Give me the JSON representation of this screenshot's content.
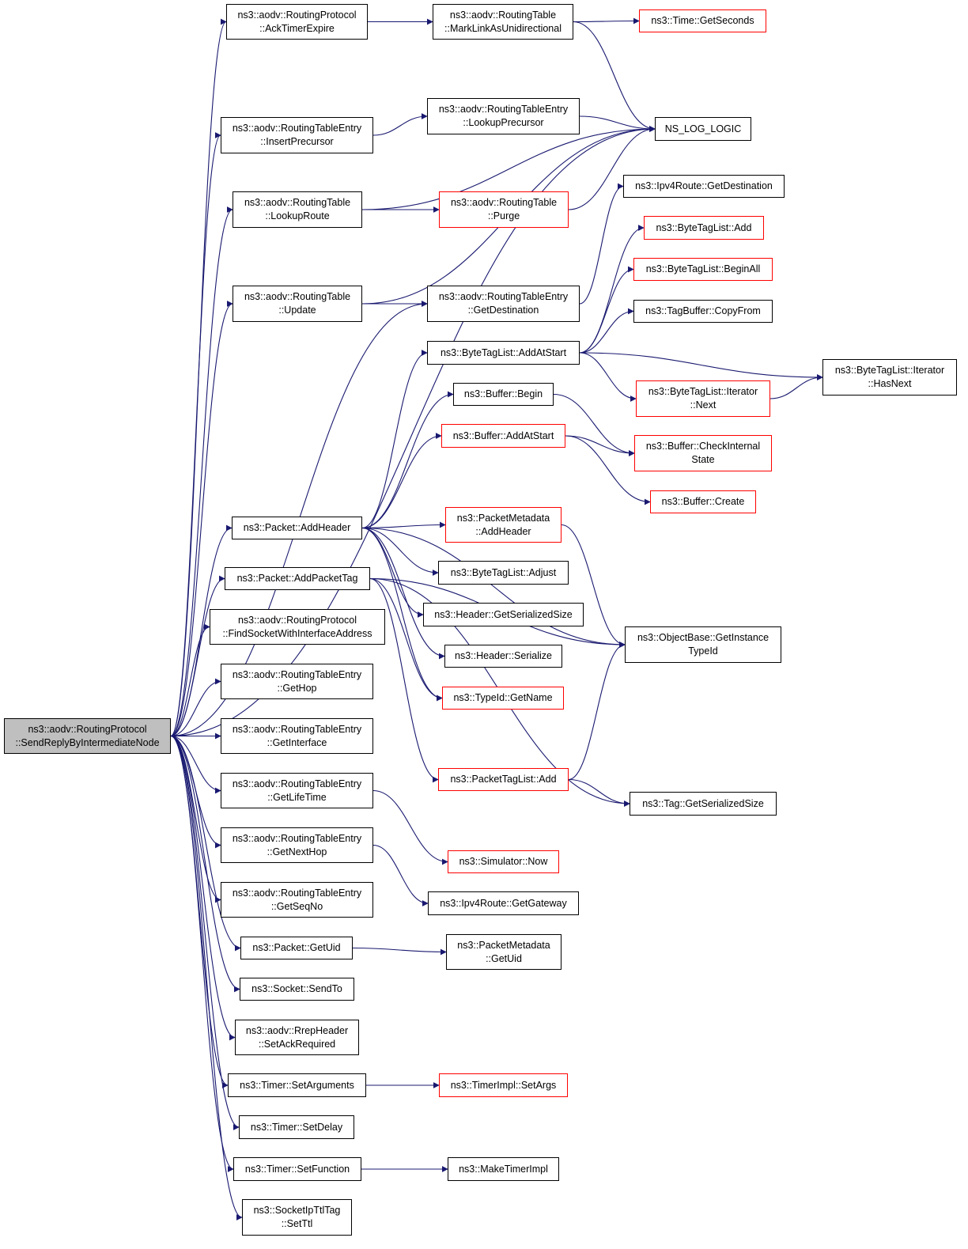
{
  "colors": {
    "edge": "#191970",
    "node_border": "#000000",
    "node_border_incomplete": "#ff0000",
    "root_fill": "#bfbfbf"
  },
  "nodes": {
    "n1": {
      "label": "ns3::aodv::RoutingProtocol\n::SendReplyByIntermediateNode"
    },
    "n2": {
      "label": "ns3::aodv::RoutingProtocol\n::AckTimerExpire"
    },
    "n3": {
      "label": "ns3::aodv::RoutingTable\n::MarkLinkAsUnidirectional"
    },
    "n4": {
      "label": "ns3::Time::GetSeconds"
    },
    "n5": {
      "label": "NS_LOG_LOGIC"
    },
    "n6": {
      "label": "ns3::aodv::RoutingTableEntry\n::InsertPrecursor"
    },
    "n7": {
      "label": "ns3::aodv::RoutingTableEntry\n::LookupPrecursor"
    },
    "n8": {
      "label": "ns3::aodv::RoutingTable\n::LookupRoute"
    },
    "n9": {
      "label": "ns3::aodv::RoutingTable\n::Purge"
    },
    "n10": {
      "label": "ns3::Ipv4Route::GetDestination"
    },
    "n11": {
      "label": "ns3::ByteTagList::Add"
    },
    "n12": {
      "label": "ns3::ByteTagList::BeginAll"
    },
    "n13": {
      "label": "ns3::aodv::RoutingTable\n::Update"
    },
    "n14": {
      "label": "ns3::aodv::RoutingTableEntry\n::GetDestination"
    },
    "n15": {
      "label": "ns3::TagBuffer::CopyFrom"
    },
    "n16": {
      "label": "ns3::ByteTagList::AddAtStart"
    },
    "n17": {
      "label": "ns3::ByteTagList::Iterator\n::HasNext"
    },
    "n18": {
      "label": "ns3::ByteTagList::Iterator\n::Next"
    },
    "n19": {
      "label": "ns3::Buffer::Begin"
    },
    "n20": {
      "label": "ns3::Buffer::AddAtStart"
    },
    "n21": {
      "label": "ns3::Buffer::CheckInternal\nState"
    },
    "n22": {
      "label": "ns3::Buffer::Create"
    },
    "n23": {
      "label": "ns3::PacketMetadata\n::AddHeader"
    },
    "n24": {
      "label": "ns3::Packet::AddHeader"
    },
    "n25": {
      "label": "ns3::ByteTagList::Adjust"
    },
    "n26": {
      "label": "ns3::Packet::AddPacketTag"
    },
    "n27": {
      "label": "ns3::Header::GetSerializedSize"
    },
    "n28": {
      "label": "ns3::aodv::RoutingProtocol\n::FindSocketWithInterfaceAddress"
    },
    "n29": {
      "label": "ns3::ObjectBase::GetInstance\nTypeId"
    },
    "n30": {
      "label": "ns3::Header::Serialize"
    },
    "n31": {
      "label": "ns3::aodv::RoutingTableEntry\n::GetHop"
    },
    "n32": {
      "label": "ns3::TypeId::GetName"
    },
    "n33": {
      "label": "ns3::aodv::RoutingTableEntry\n::GetInterface"
    },
    "n34": {
      "label": "ns3::PacketTagList::Add"
    },
    "n35": {
      "label": "ns3::aodv::RoutingTableEntry\n::GetLifeTime"
    },
    "n36": {
      "label": "ns3::Tag::GetSerializedSize"
    },
    "n37": {
      "label": "ns3::aodv::RoutingTableEntry\n::GetNextHop"
    },
    "n38": {
      "label": "ns3::Simulator::Now"
    },
    "n39": {
      "label": "ns3::aodv::RoutingTableEntry\n::GetSeqNo"
    },
    "n40": {
      "label": "ns3::Ipv4Route::GetGateway"
    },
    "n41": {
      "label": "ns3::Packet::GetUid"
    },
    "n42": {
      "label": "ns3::PacketMetadata\n::GetUid"
    },
    "n43": {
      "label": "ns3::Socket::SendTo"
    },
    "n44": {
      "label": "ns3::aodv::RrepHeader\n::SetAckRequired"
    },
    "n45": {
      "label": "ns3::Timer::SetArguments"
    },
    "n46": {
      "label": "ns3::TimerImpl::SetArgs"
    },
    "n47": {
      "label": "ns3::Timer::SetDelay"
    },
    "n48": {
      "label": "ns3::Timer::SetFunction"
    },
    "n49": {
      "label": "ns3::MakeTimerImpl"
    },
    "n50": {
      "label": "ns3::SocketIpTtlTag\n::SetTtl"
    }
  },
  "edges": [
    [
      "n1",
      "n2"
    ],
    [
      "n1",
      "n5"
    ],
    [
      "n1",
      "n6"
    ],
    [
      "n1",
      "n8"
    ],
    [
      "n1",
      "n13"
    ],
    [
      "n1",
      "n14"
    ],
    [
      "n1",
      "n24"
    ],
    [
      "n1",
      "n26"
    ],
    [
      "n1",
      "n28"
    ],
    [
      "n1",
      "n31"
    ],
    [
      "n1",
      "n33"
    ],
    [
      "n1",
      "n35"
    ],
    [
      "n1",
      "n37"
    ],
    [
      "n1",
      "n39"
    ],
    [
      "n1",
      "n41"
    ],
    [
      "n1",
      "n43"
    ],
    [
      "n1",
      "n44"
    ],
    [
      "n1",
      "n45"
    ],
    [
      "n1",
      "n47"
    ],
    [
      "n1",
      "n48"
    ],
    [
      "n1",
      "n50"
    ],
    [
      "n2",
      "n3"
    ],
    [
      "n3",
      "n4"
    ],
    [
      "n3",
      "n5"
    ],
    [
      "n6",
      "n7"
    ],
    [
      "n7",
      "n5"
    ],
    [
      "n8",
      "n5"
    ],
    [
      "n8",
      "n9"
    ],
    [
      "n9",
      "n5"
    ],
    [
      "n13",
      "n5"
    ],
    [
      "n13",
      "n14"
    ],
    [
      "n14",
      "n10"
    ],
    [
      "n16",
      "n11"
    ],
    [
      "n16",
      "n12"
    ],
    [
      "n16",
      "n15"
    ],
    [
      "n16",
      "n17"
    ],
    [
      "n16",
      "n18"
    ],
    [
      "n18",
      "n17"
    ],
    [
      "n19",
      "n21"
    ],
    [
      "n20",
      "n21"
    ],
    [
      "n20",
      "n22"
    ],
    [
      "n23",
      "n29"
    ],
    [
      "n24",
      "n16"
    ],
    [
      "n24",
      "n19"
    ],
    [
      "n24",
      "n20"
    ],
    [
      "n24",
      "n29"
    ],
    [
      "n24",
      "n23"
    ],
    [
      "n24",
      "n25"
    ],
    [
      "n24",
      "n27"
    ],
    [
      "n24",
      "n30"
    ],
    [
      "n24",
      "n32"
    ],
    [
      "n26",
      "n29"
    ],
    [
      "n26",
      "n32"
    ],
    [
      "n26",
      "n34"
    ],
    [
      "n26",
      "n36"
    ],
    [
      "n34",
      "n29"
    ],
    [
      "n34",
      "n36"
    ],
    [
      "n35",
      "n38"
    ],
    [
      "n37",
      "n40"
    ],
    [
      "n41",
      "n42"
    ],
    [
      "n45",
      "n46"
    ],
    [
      "n48",
      "n49"
    ]
  ]
}
